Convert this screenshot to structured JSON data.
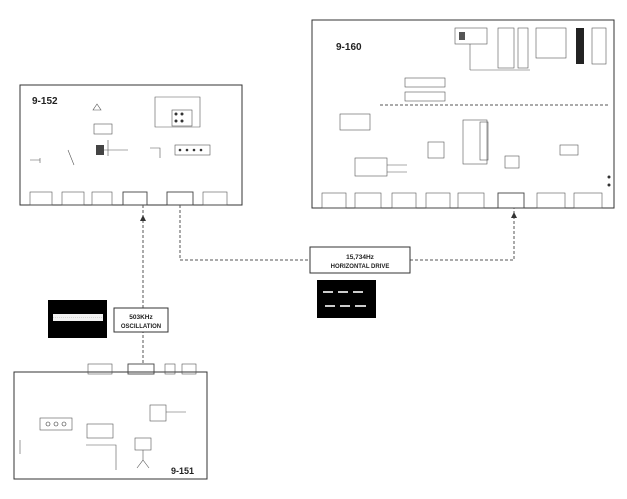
{
  "boards": {
    "b152": {
      "label": "9-152"
    },
    "b160": {
      "label": "9-160"
    },
    "b151": {
      "label": "9-151"
    }
  },
  "signals": {
    "osc": {
      "line1": "503KHz",
      "line2": "OSCILLATION"
    },
    "hdrive": {
      "line1": "15,734Hz",
      "line2": "HORIZONTAL DRIVE"
    }
  },
  "waveforms": {
    "osc_scope": {
      "shape": "flat-band"
    },
    "hdrive_scope": {
      "shape": "square-pulses"
    }
  },
  "colors": {
    "line": "#333333",
    "scope_bg": "#000000",
    "trace": "#ffffff"
  }
}
